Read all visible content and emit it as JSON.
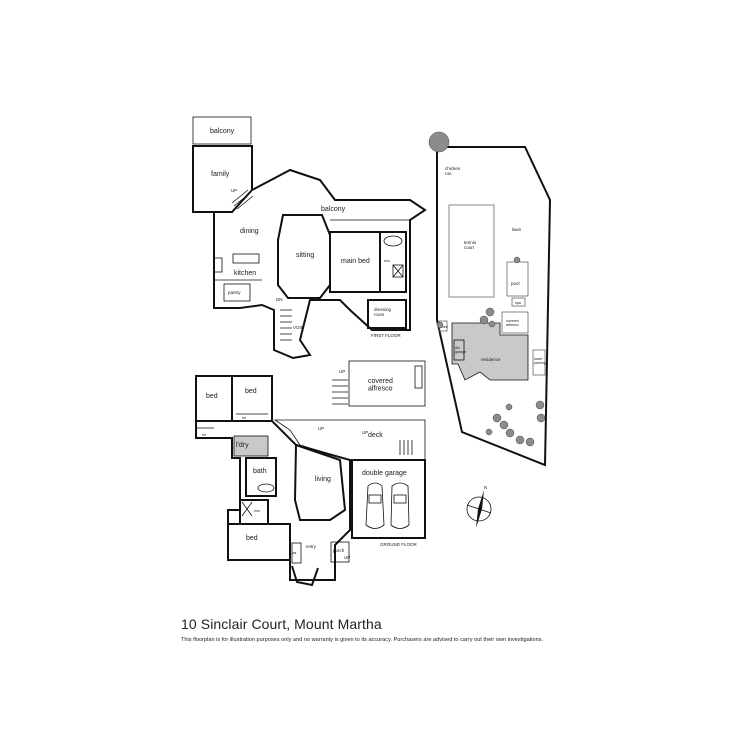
{
  "first_floor": {
    "rooms": {
      "balcony_top": "balcony",
      "family": "family",
      "up_family": "UP",
      "balcony_mid": "balcony",
      "dining": "dining",
      "kitchen": "kitchen",
      "pantry": "pantry",
      "sitting": "sitting",
      "main_bed": "main bed",
      "ens": "ens",
      "dressing_room": "dressing\nroom",
      "dn": "DN",
      "void": "VOID"
    },
    "floor_label": "FIRST FLOOR"
  },
  "ground_floor": {
    "rooms": {
      "bed1": "bed",
      "bed2": "bed",
      "bir1": "bir",
      "bir2": "bir",
      "covered_alfresco": "covered\nalfresco",
      "up_alfresco": "UP",
      "up_deck_left": "UP",
      "up_deck_right": "UP",
      "deck": "deck",
      "ldry": "l'dry",
      "bath": "bath",
      "living": "living",
      "double_garage": "double garage",
      "ens": "ens",
      "bed3": "bed",
      "wir": "wir",
      "entry": "entry",
      "porch": "porch",
      "up_porch": "UP",
      "store": "store"
    },
    "floor_label": "GROUND FLOOR"
  },
  "site": {
    "labels": {
      "chicken_run": "chicken\nrun",
      "lawn": "lawn",
      "tennis_court": "tennis\ncourt",
      "pool": "pool",
      "spa": "spa",
      "covered_alfresco": "covered\nalfresco",
      "residence": "residence",
      "double_garage_short": "dbl\ngarage",
      "lower_parking": "lower\nparking",
      "shed": "shed"
    }
  },
  "compass": {
    "north_label": "N"
  },
  "footer": {
    "address": "10 Sinclair Court, Mount Martha",
    "disclaimer": "This floorplan is for illustration purposes only and no warranty is given to its accuracy. Purchasers are advised to carry out their own investigations."
  }
}
